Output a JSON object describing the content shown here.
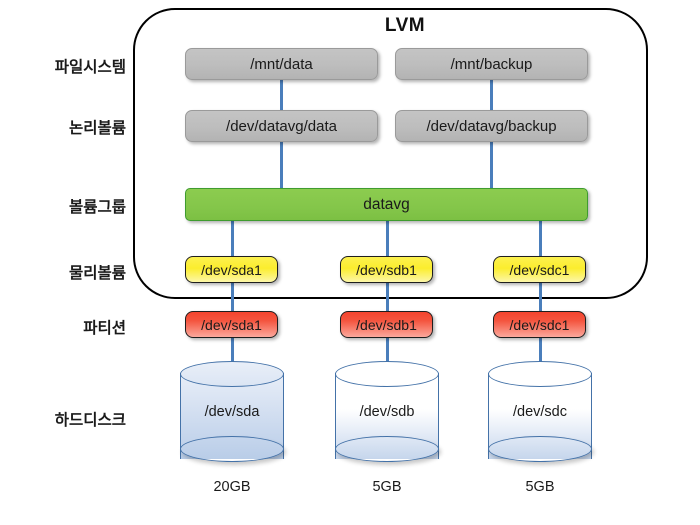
{
  "diagram": {
    "title": "LVM",
    "row_labels": [
      {
        "id": "filesystem",
        "text": "파일시스템"
      },
      {
        "id": "logical-volume",
        "text": "논리볼륨"
      },
      {
        "id": "volume-group",
        "text": "볼륨그룹"
      },
      {
        "id": "physical-volume",
        "text": "물리볼륨"
      },
      {
        "id": "partition",
        "text": "파티션"
      },
      {
        "id": "harddisk",
        "text": "하드디스크"
      }
    ],
    "filesystems": [
      {
        "id": "fs-data",
        "label": "/mnt/data"
      },
      {
        "id": "fs-backup",
        "label": "/mnt/backup"
      }
    ],
    "logical_volumes": [
      {
        "id": "lv-data",
        "label": "/dev/datavg/data"
      },
      {
        "id": "lv-backup",
        "label": "/dev/datavg/backup"
      }
    ],
    "volume_group": {
      "id": "vg-datavg",
      "label": "datavg"
    },
    "physical_volumes": [
      {
        "id": "pv-sda1",
        "label": "/dev/sda1"
      },
      {
        "id": "pv-sdb1",
        "label": "/dev/sdb1"
      },
      {
        "id": "pv-sdc1",
        "label": "/dev/sdc1"
      }
    ],
    "partitions": [
      {
        "id": "part-sda1",
        "label": "/dev/sda1"
      },
      {
        "id": "part-sdb1",
        "label": "/dev/sdb1"
      },
      {
        "id": "part-sdc1",
        "label": "/dev/sdc1"
      }
    ],
    "disks": [
      {
        "id": "disk-sda",
        "label": "/dev/sda",
        "capacity": "20GB",
        "fill": "full"
      },
      {
        "id": "disk-sdb",
        "label": "/dev/sdb",
        "capacity": "5GB",
        "fill": "partial"
      },
      {
        "id": "disk-sdc",
        "label": "/dev/sdc",
        "capacity": "5GB",
        "fill": "partial"
      }
    ],
    "colors": {
      "volume_group": "#84c64a",
      "physical_volume": "#fbed2e",
      "partition": "#f4553f",
      "filesystem": "#bdbdbd",
      "connector": "#4a7ebb",
      "disk_outline": "#4472a8",
      "enclosure": "#000000"
    }
  }
}
